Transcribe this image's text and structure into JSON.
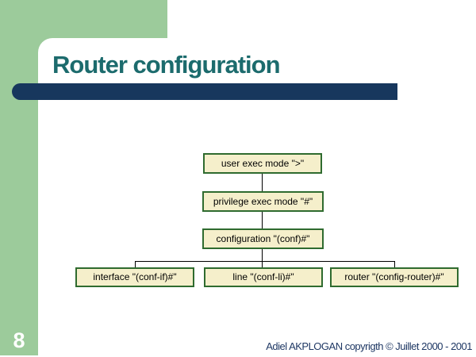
{
  "slide": {
    "title": "Router configuration",
    "page_number": "8",
    "footer": "Adiel AKPLOGAN copyrigth © Juillet 2000 - 2001"
  },
  "diagram": {
    "type": "flowchart-hierarchy",
    "nodes": [
      {
        "label": "user exec mode \">\""
      },
      {
        "label": "privilege exec mode \"#\""
      },
      {
        "label": "configuration \"(conf)#\""
      },
      {
        "label": "interface \"(conf-if)#\""
      },
      {
        "label": "line \"(conf-li)#\""
      },
      {
        "label": "router \"(config-router)#\""
      }
    ],
    "edges": [
      [
        0,
        1
      ],
      [
        1,
        2
      ],
      [
        2,
        3
      ],
      [
        2,
        4
      ],
      [
        2,
        5
      ]
    ]
  },
  "colors": {
    "accent_green": "#9CCB9B",
    "title_teal": "#1C6B6D",
    "underline_navy": "#17375D",
    "node_fill": "#F5EFCB",
    "node_border": "#2F6B2F",
    "node_text": "#000000",
    "footer_navy": "#1F3864",
    "page_number_white": "#FFFFFF"
  }
}
